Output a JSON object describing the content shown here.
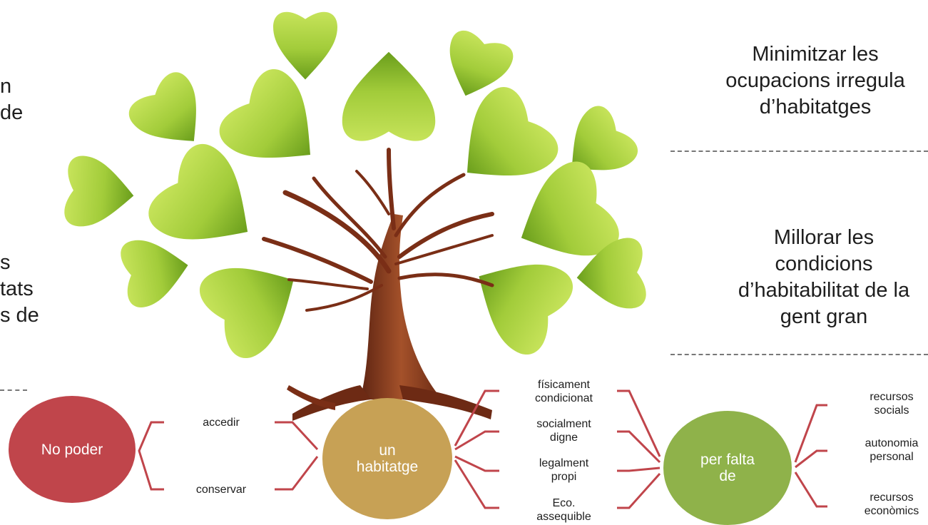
{
  "goals": [
    {
      "text": "Minimitzar les\nocupacions irregula\nd’habitatges"
    },
    {
      "text": "Millorar les\ncondicions\nd’habitabilitat de la\ngent gran"
    }
  ],
  "left_fragments": [
    {
      "text": "n\nde"
    },
    {
      "text": "s\ntats\ns de"
    }
  ],
  "diagram": {
    "no_poder": "No poder",
    "verbs": [
      "accedir",
      "conservar"
    ],
    "habitatge": "un\nhabitatge",
    "qualities": [
      "físicament\ncondicionat",
      "socialment\ndigne",
      "legalment\npropi",
      "Eco.\nassequible"
    ],
    "per_falta": "per falta\nde",
    "lacks": [
      "recursos\nsocials",
      "autonomia\npersonal",
      "recursos\neconòmics"
    ]
  },
  "colors": {
    "no_poder": "#c0454b",
    "habitatge": "#c7a155",
    "per_falta": "#8fb24a",
    "connector": "#c0454b",
    "leaf_light": "#b8dc44",
    "leaf_dark": "#6a9e1c",
    "trunk": "#8b3a1e"
  }
}
